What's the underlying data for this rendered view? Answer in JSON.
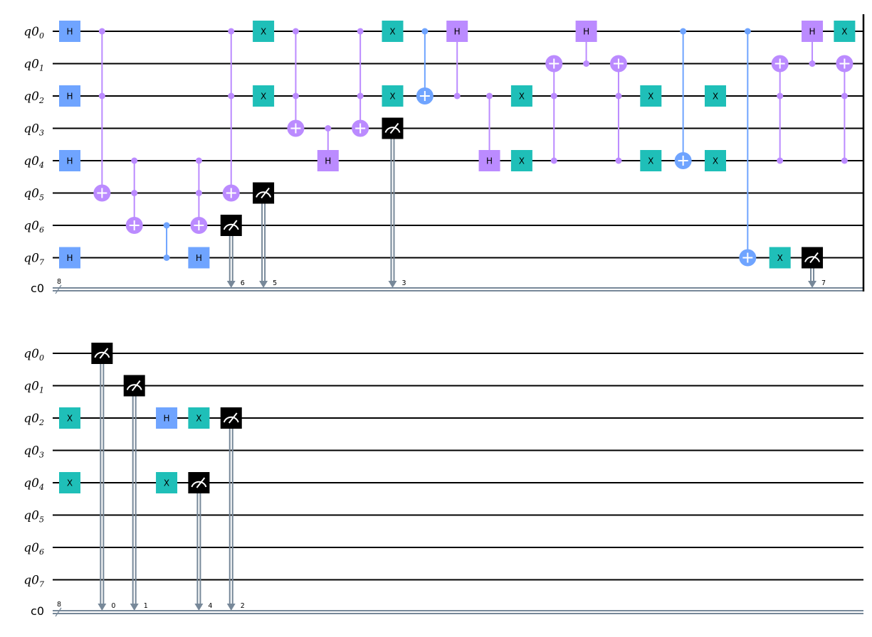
{
  "colors": {
    "H": "#6fa4ff",
    "H_controlled": "#bb8bff",
    "X": "#1fbfb8",
    "multi": "#bb8bff",
    "cx": "#6fa4ff",
    "measure": "#000000",
    "classical": "#778899",
    "wire": "#000000"
  },
  "gate_labels": {
    "H": "H",
    "X": "X"
  },
  "registers": {
    "qubit_prefix": "q0",
    "qubit_subscripts": [
      "0",
      "1",
      "2",
      "3",
      "4",
      "5",
      "6",
      "7"
    ],
    "classical_label": "c0",
    "classical_size": "8"
  },
  "sections": [
    {
      "ops": [
        {
          "t": "H",
          "q": [
            0
          ],
          "col": 0
        },
        {
          "t": "H",
          "q": [
            2
          ],
          "col": 0
        },
        {
          "t": "H",
          "q": [
            4
          ],
          "col": 0
        },
        {
          "t": "H",
          "q": [
            7
          ],
          "col": 0
        },
        {
          "t": "multi",
          "ctrl": [
            0,
            2
          ],
          "tgt": 5,
          "col": 1
        },
        {
          "t": "multi",
          "ctrl": [
            4,
            5
          ],
          "tgt": 6,
          "col": 2
        },
        {
          "t": "cz",
          "ctrl": [
            6,
            7
          ],
          "col": 3
        },
        {
          "t": "multi",
          "ctrl": [
            4,
            5
          ],
          "tgt": 6,
          "col": 4
        },
        {
          "t": "H",
          "q": [
            7
          ],
          "col": 4
        },
        {
          "t": "multi",
          "ctrl": [
            0,
            2
          ],
          "tgt": 5,
          "col": 5
        },
        {
          "t": "M",
          "q": 6,
          "c": "6",
          "col": 5
        },
        {
          "t": "X",
          "q": [
            0
          ],
          "col": 6
        },
        {
          "t": "X",
          "q": [
            2
          ],
          "col": 6
        },
        {
          "t": "M",
          "q": 5,
          "c": "5",
          "col": 6
        },
        {
          "t": "multi",
          "ctrl": [
            0,
            2
          ],
          "tgt": 3,
          "col": 7
        },
        {
          "t": "cH",
          "ctrl": [
            3
          ],
          "tgt": 4,
          "col": 8
        },
        {
          "t": "multi",
          "ctrl": [
            0,
            2
          ],
          "tgt": 3,
          "col": 9
        },
        {
          "t": "X",
          "q": [
            0
          ],
          "col": 10
        },
        {
          "t": "X",
          "q": [
            2
          ],
          "col": 10
        },
        {
          "t": "M",
          "q": 3,
          "c": "3",
          "col": 10
        },
        {
          "t": "cx",
          "ctrl": [
            0
          ],
          "tgt": 2,
          "col": 11
        },
        {
          "t": "cH",
          "ctrl": [
            2
          ],
          "tgt": 0,
          "col": 12
        },
        {
          "t": "cH",
          "ctrl": [
            2
          ],
          "tgt": 4,
          "col": 13
        },
        {
          "t": "X",
          "q": [
            2
          ],
          "col": 14
        },
        {
          "t": "X",
          "q": [
            4
          ],
          "col": 14
        },
        {
          "t": "multi",
          "ctrl": [
            2,
            4
          ],
          "tgt": 1,
          "col": 15
        },
        {
          "t": "cH",
          "ctrl": [
            1
          ],
          "tgt": 0,
          "col": 16
        },
        {
          "t": "multi",
          "ctrl": [
            2,
            4
          ],
          "tgt": 1,
          "col": 17
        },
        {
          "t": "X",
          "q": [
            2
          ],
          "col": 18
        },
        {
          "t": "X",
          "q": [
            4
          ],
          "col": 18
        },
        {
          "t": "cx",
          "ctrl": [
            0
          ],
          "tgt": 4,
          "col": 19
        },
        {
          "t": "X",
          "q": [
            2
          ],
          "col": 20
        },
        {
          "t": "X",
          "q": [
            4
          ],
          "col": 20
        },
        {
          "t": "cx",
          "ctrl": [
            0
          ],
          "tgt": 7,
          "col": 21
        },
        {
          "t": "multi",
          "ctrl": [
            2,
            4
          ],
          "tgt": 1,
          "col": 22
        },
        {
          "t": "X",
          "q": [
            7
          ],
          "col": 22
        },
        {
          "t": "cH",
          "ctrl": [
            1
          ],
          "tgt": 0,
          "col": 23
        },
        {
          "t": "M",
          "q": 7,
          "c": "7",
          "col": 23
        },
        {
          "t": "X",
          "q": [
            0
          ],
          "col": 24
        },
        {
          "t": "multi",
          "ctrl": [
            2,
            4
          ],
          "tgt": 1,
          "col": 24
        }
      ]
    },
    {
      "ops": [
        {
          "t": "X",
          "q": [
            2
          ],
          "col": 0
        },
        {
          "t": "X",
          "q": [
            4
          ],
          "col": 0
        },
        {
          "t": "M",
          "q": 0,
          "c": "0",
          "col": 1
        },
        {
          "t": "M",
          "q": 1,
          "c": "1",
          "col": 2
        },
        {
          "t": "H",
          "q": [
            2
          ],
          "col": 3
        },
        {
          "t": "X",
          "q": [
            4
          ],
          "col": 3
        },
        {
          "t": "X",
          "q": [
            2
          ],
          "col": 4
        },
        {
          "t": "M",
          "q": 4,
          "c": "4",
          "col": 4
        },
        {
          "t": "M",
          "q": 2,
          "c": "2",
          "col": 5
        }
      ]
    }
  ]
}
